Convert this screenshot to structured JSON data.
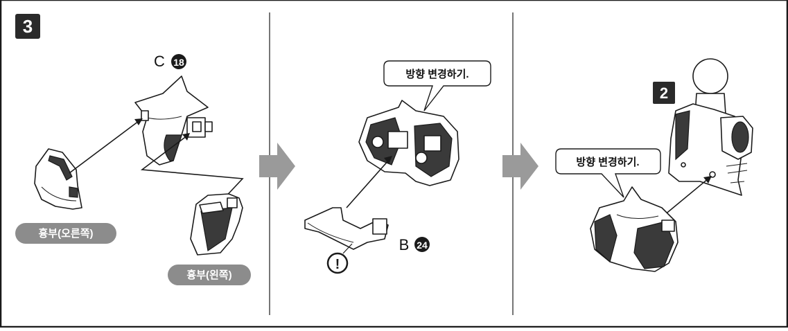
{
  "steps": {
    "main_step": "3",
    "sub_step": "2"
  },
  "panel1": {
    "part_code_letter": "C",
    "part_code_number": "18",
    "label_right_chest": "흉부(오른쪽)",
    "label_left_chest": "흉부(왼쪽)"
  },
  "panel2": {
    "callout": "방향 변경하기.",
    "part_code_letter": "B",
    "part_code_number": "24",
    "caution_mark": "!"
  },
  "panel3": {
    "callout": "방향 변경하기."
  },
  "colors": {
    "frame": "#1a1a1a",
    "step_badge": "#2a2a2a",
    "label_pill": "#8c8c8c",
    "flow_arrow": "#9a9a9a"
  },
  "icons": [
    "flow-arrow-icon",
    "caution-icon"
  ]
}
